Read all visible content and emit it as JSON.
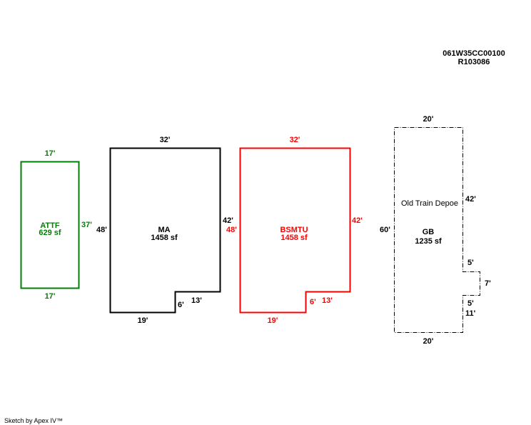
{
  "header": {
    "parcel_id": "061W35CC00100",
    "account": "R103086"
  },
  "footer": {
    "credit": "Sketch by Apex IV™"
  },
  "colors": {
    "attf": "#008000",
    "ma": "#000000",
    "bsmtu": "#ff0000",
    "gb": "#000000"
  },
  "areas": {
    "attf": {
      "code": "ATTF",
      "area": "629 sf",
      "top": "17'",
      "bottom": "17'",
      "right": "37'"
    },
    "ma": {
      "code": "MA",
      "area": "1458 sf",
      "top": "32'",
      "left": "48'",
      "right": "42'",
      "step_v": "6'",
      "step_h": "13'",
      "bottom": "19'"
    },
    "bsmtu": {
      "code": "BSMTU",
      "area": "1458 sf",
      "top": "32'",
      "left": "48'",
      "right": "42'",
      "step_v": "6'",
      "step_h": "13'",
      "bottom": "19'"
    },
    "gb": {
      "note": "Old Train Depoe",
      "code": "GB",
      "area": "1235 sf",
      "top": "20'",
      "bottom": "20'",
      "left": "60'",
      "right_upper": "42'",
      "notch_top": "5'",
      "notch_out": "7'",
      "notch_bottom": "5'",
      "right_lower": "11'"
    }
  }
}
